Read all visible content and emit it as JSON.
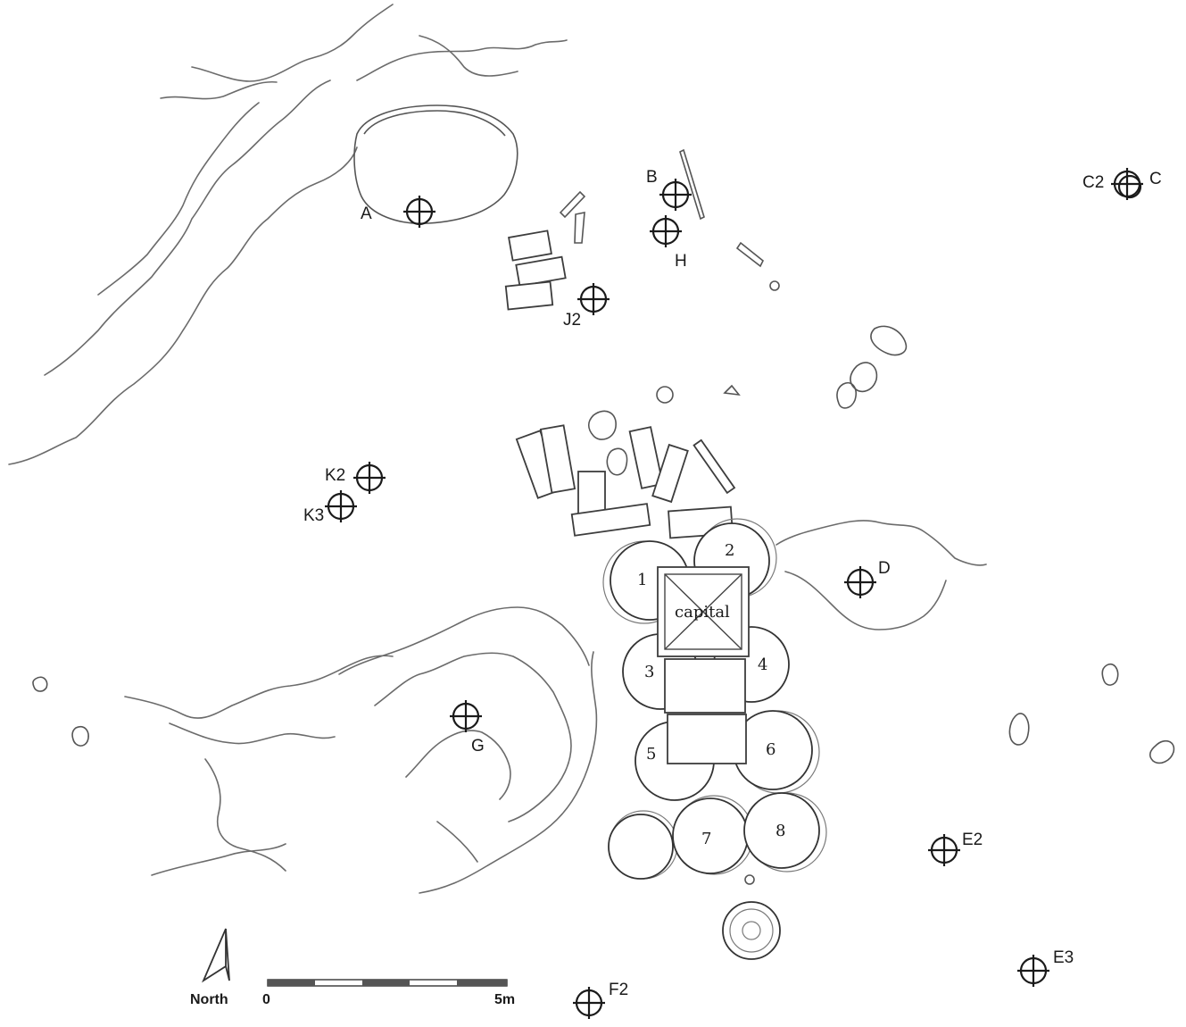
{
  "survey_points": [
    {
      "label": "A"
    },
    {
      "label": "B"
    },
    {
      "label": "H"
    },
    {
      "label": "J2"
    },
    {
      "label": "C2"
    },
    {
      "label": "C"
    },
    {
      "label": "K2"
    },
    {
      "label": "K3"
    },
    {
      "label": "D"
    },
    {
      "label": "G"
    },
    {
      "label": "E2"
    },
    {
      "label": "E3"
    },
    {
      "label": "F2"
    }
  ],
  "drums": [
    "1",
    "2",
    "3",
    "4",
    "5",
    "6",
    "7",
    "8"
  ],
  "capital_label": "capital",
  "north_label": "North",
  "scale": {
    "start_label": "0",
    "end_label": "5m"
  },
  "colors": {
    "line": "#6b6b6b",
    "ink": "#1a1a1a"
  }
}
